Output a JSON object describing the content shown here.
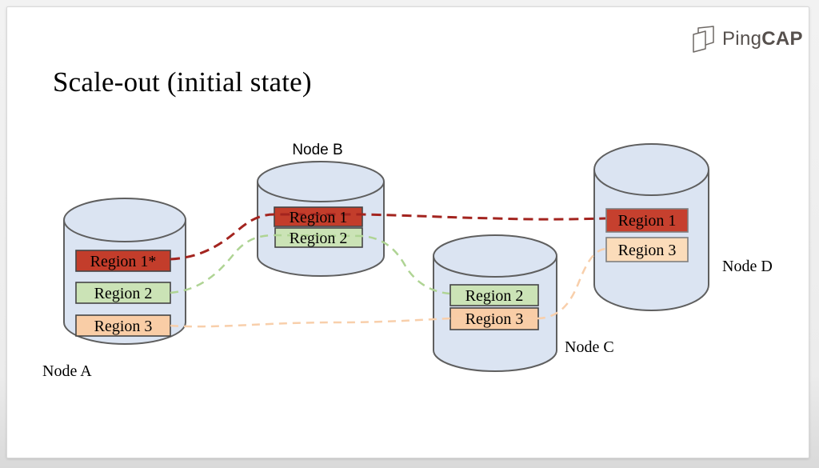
{
  "header": {
    "title": "Scale-out (initial state)",
    "logo": {
      "regular": "Ping",
      "bold": "CAP"
    }
  },
  "diagram": {
    "nodes": [
      {
        "label": "Node A",
        "regions": [
          {
            "label": "Region 1*",
            "color": "#c33d2b"
          },
          {
            "label": "Region 2",
            "color": "#cbe3b6"
          },
          {
            "label": "Region 3",
            "color": "#f9cda6"
          }
        ]
      },
      {
        "label": "Node B",
        "regions": [
          {
            "label": "Region 1",
            "color": "#c33d2b"
          },
          {
            "label": "Region 2",
            "color": "#cbe3b6"
          }
        ]
      },
      {
        "label": "Node C",
        "regions": [
          {
            "label": "Region 2",
            "color": "#cbe3b6"
          },
          {
            "label": "Region 3",
            "color": "#f9cda6"
          }
        ]
      },
      {
        "label": "Node D",
        "regions": [
          {
            "label": "Region 1",
            "color": "#c6402e"
          },
          {
            "label": "Region 3",
            "color": "#fbdcba"
          }
        ]
      }
    ],
    "links": [
      {
        "region": "Region 1",
        "path": [
          "Node A",
          "Node B",
          "Node D"
        ],
        "style": "dashed",
        "color": "#a3241f"
      },
      {
        "region": "Region 2",
        "path": [
          "Node A",
          "Node B",
          "Node C"
        ],
        "style": "dashed",
        "color": "#afd494"
      },
      {
        "region": "Region 3",
        "path": [
          "Node A",
          "Node C",
          "Node D"
        ],
        "style": "dashed",
        "color": "#f8cfab"
      }
    ],
    "cylinder": {
      "fill": "#dbe4f2",
      "stroke": "#5f5f5f"
    }
  }
}
